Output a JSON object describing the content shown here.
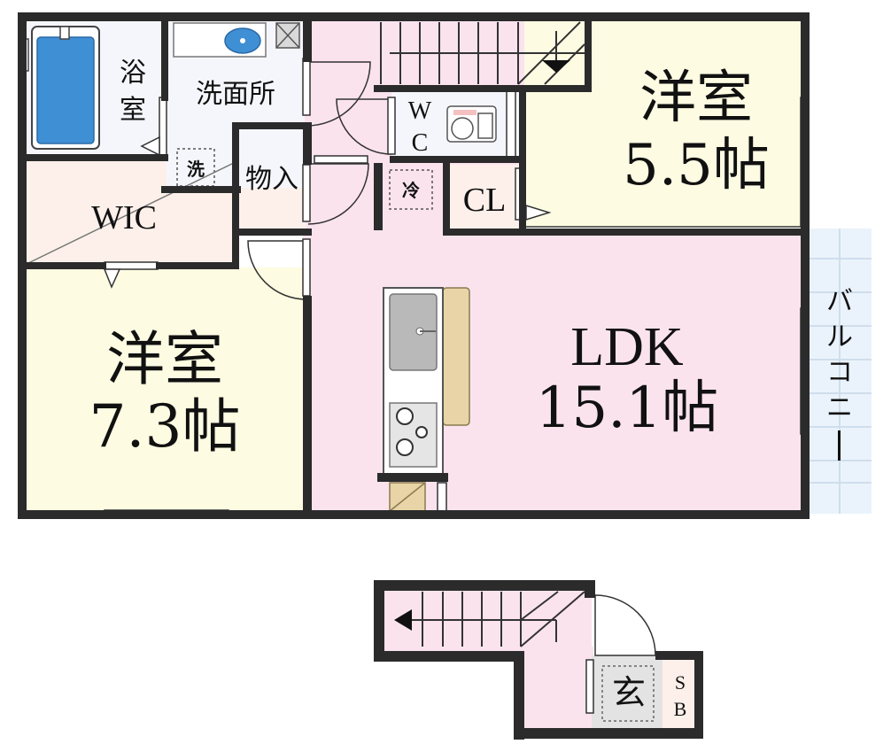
{
  "rooms": {
    "bath": {
      "label_line1": "浴",
      "label_line2": "室"
    },
    "washroom": {
      "label": "洗面所"
    },
    "washer": {
      "label": "洗"
    },
    "storage": {
      "label": "物入"
    },
    "wc": {
      "label_line1": "W",
      "label_line2": "C"
    },
    "fridge": {
      "label": "冷"
    },
    "closet": {
      "label": "CL"
    },
    "wic": {
      "label": "WIC"
    },
    "western_room_1": {
      "name": "洋室",
      "size": "5.5帖"
    },
    "western_room_2": {
      "name": "洋室",
      "size": "7.3帖"
    },
    "ldk": {
      "name": "LDK",
      "size": "15.1帖"
    },
    "balcony": {
      "chars": [
        "バ",
        "ル",
        "コ",
        "ニ",
        "ー"
      ]
    },
    "entrance": {
      "label": "玄"
    },
    "shoe_box": {
      "label_line1": "S",
      "label_line2": "B"
    }
  },
  "colors": {
    "wall": "#2b2b2b",
    "pink_floor": "#fbe3ee",
    "yellow_floor": "#fdfbe2",
    "wic_floor": "#fdf0ea",
    "wet_floor": "#f5f6fb",
    "balcony_floor": "#eaf3fb",
    "counter": "#e8d4a6",
    "bathtub": "#3f8fd4",
    "sink": "#b9b9b9"
  }
}
